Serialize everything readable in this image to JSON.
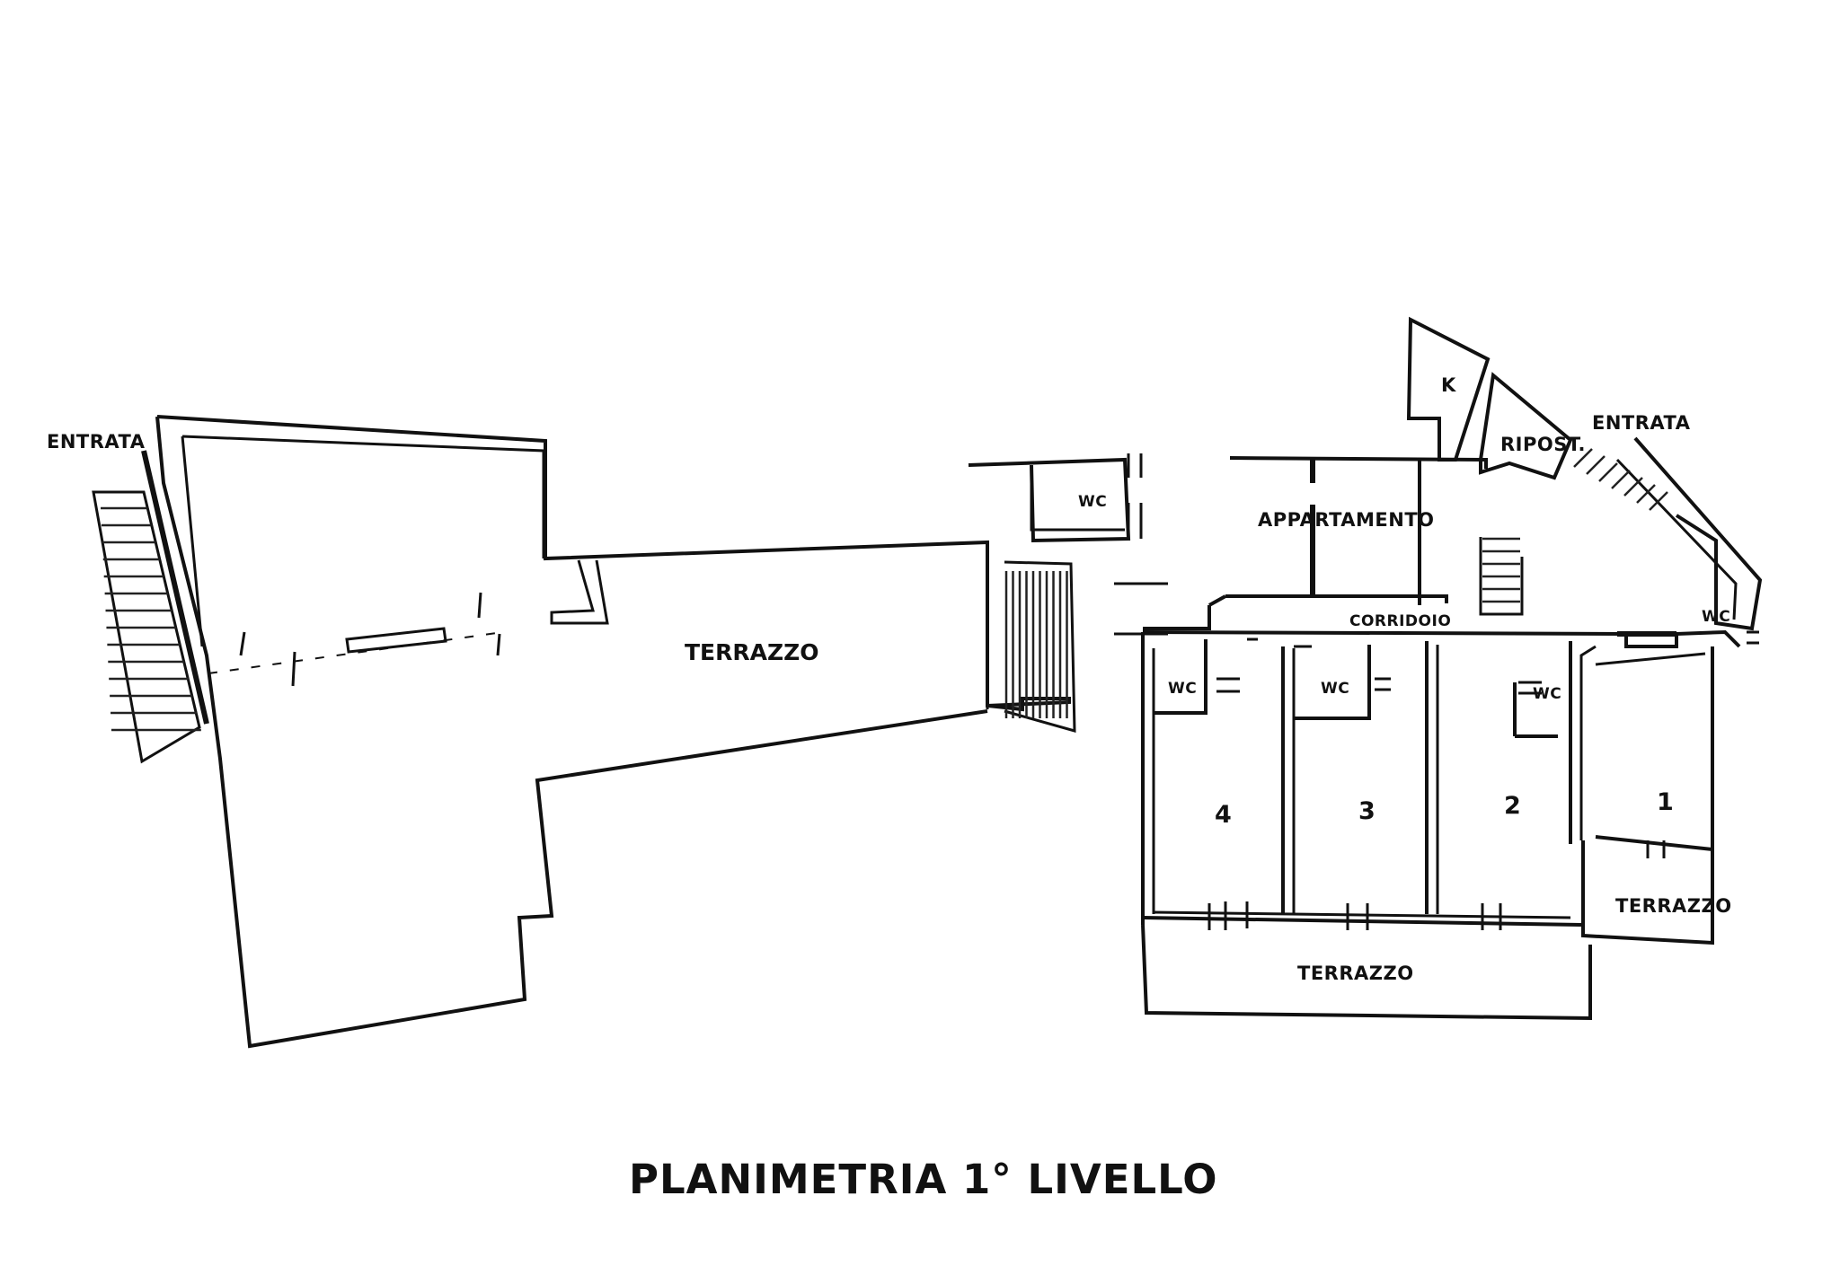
{
  "title": "PLANIMETRIA 1° LIVELLO",
  "labels": {
    "entrata_left": "ENTRATA",
    "entrata_right": "ENTRATA",
    "terrazzo_main": "TERRAZZO",
    "terrazzo_bottom": "TERRAZZO",
    "terrazzo_small": "TERRAZZO",
    "appartamento": "APPARTAMENTO",
    "corridoio": "CORRIDOIO",
    "ripost": "RIPOST.",
    "kitchen": "K",
    "wc_top": "WC",
    "wc_right": "WC",
    "wc_room4": "WC",
    "wc_room3": "WC",
    "wc_room2": "WC",
    "room_4": "4",
    "room_3": "3",
    "room_2": "2",
    "room_1": "1"
  }
}
